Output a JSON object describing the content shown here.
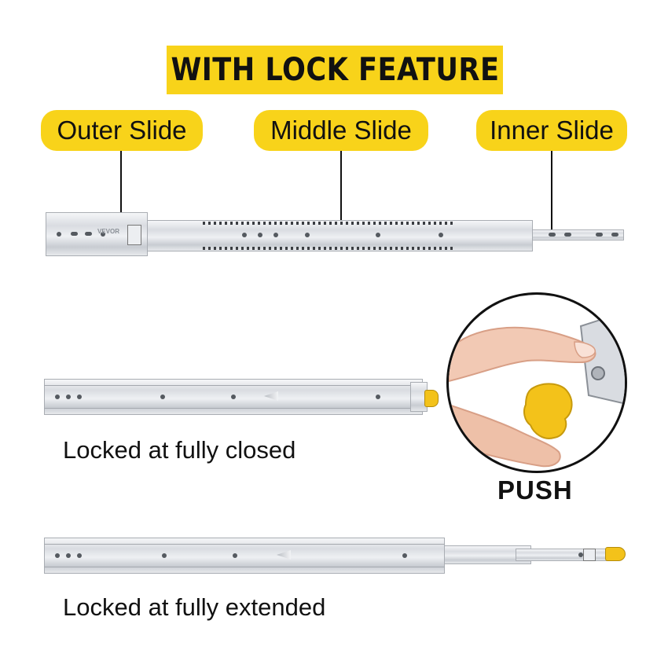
{
  "banner": {
    "title": "WITH LOCK FEATURE"
  },
  "labels": {
    "outer": "Outer Slide",
    "middle": "Middle Slide",
    "inner": "Inner Slide"
  },
  "rail_brand": "VEVOR",
  "captions": {
    "closed": "Locked at fully closed",
    "extended": "Locked at fully extended"
  },
  "inset": {
    "push_label": "PUSH"
  },
  "colors": {
    "accent_yellow": "#F8D31A",
    "latch_yellow": "#F3C21A",
    "metal": "#d9dce1",
    "text": "#111111"
  }
}
